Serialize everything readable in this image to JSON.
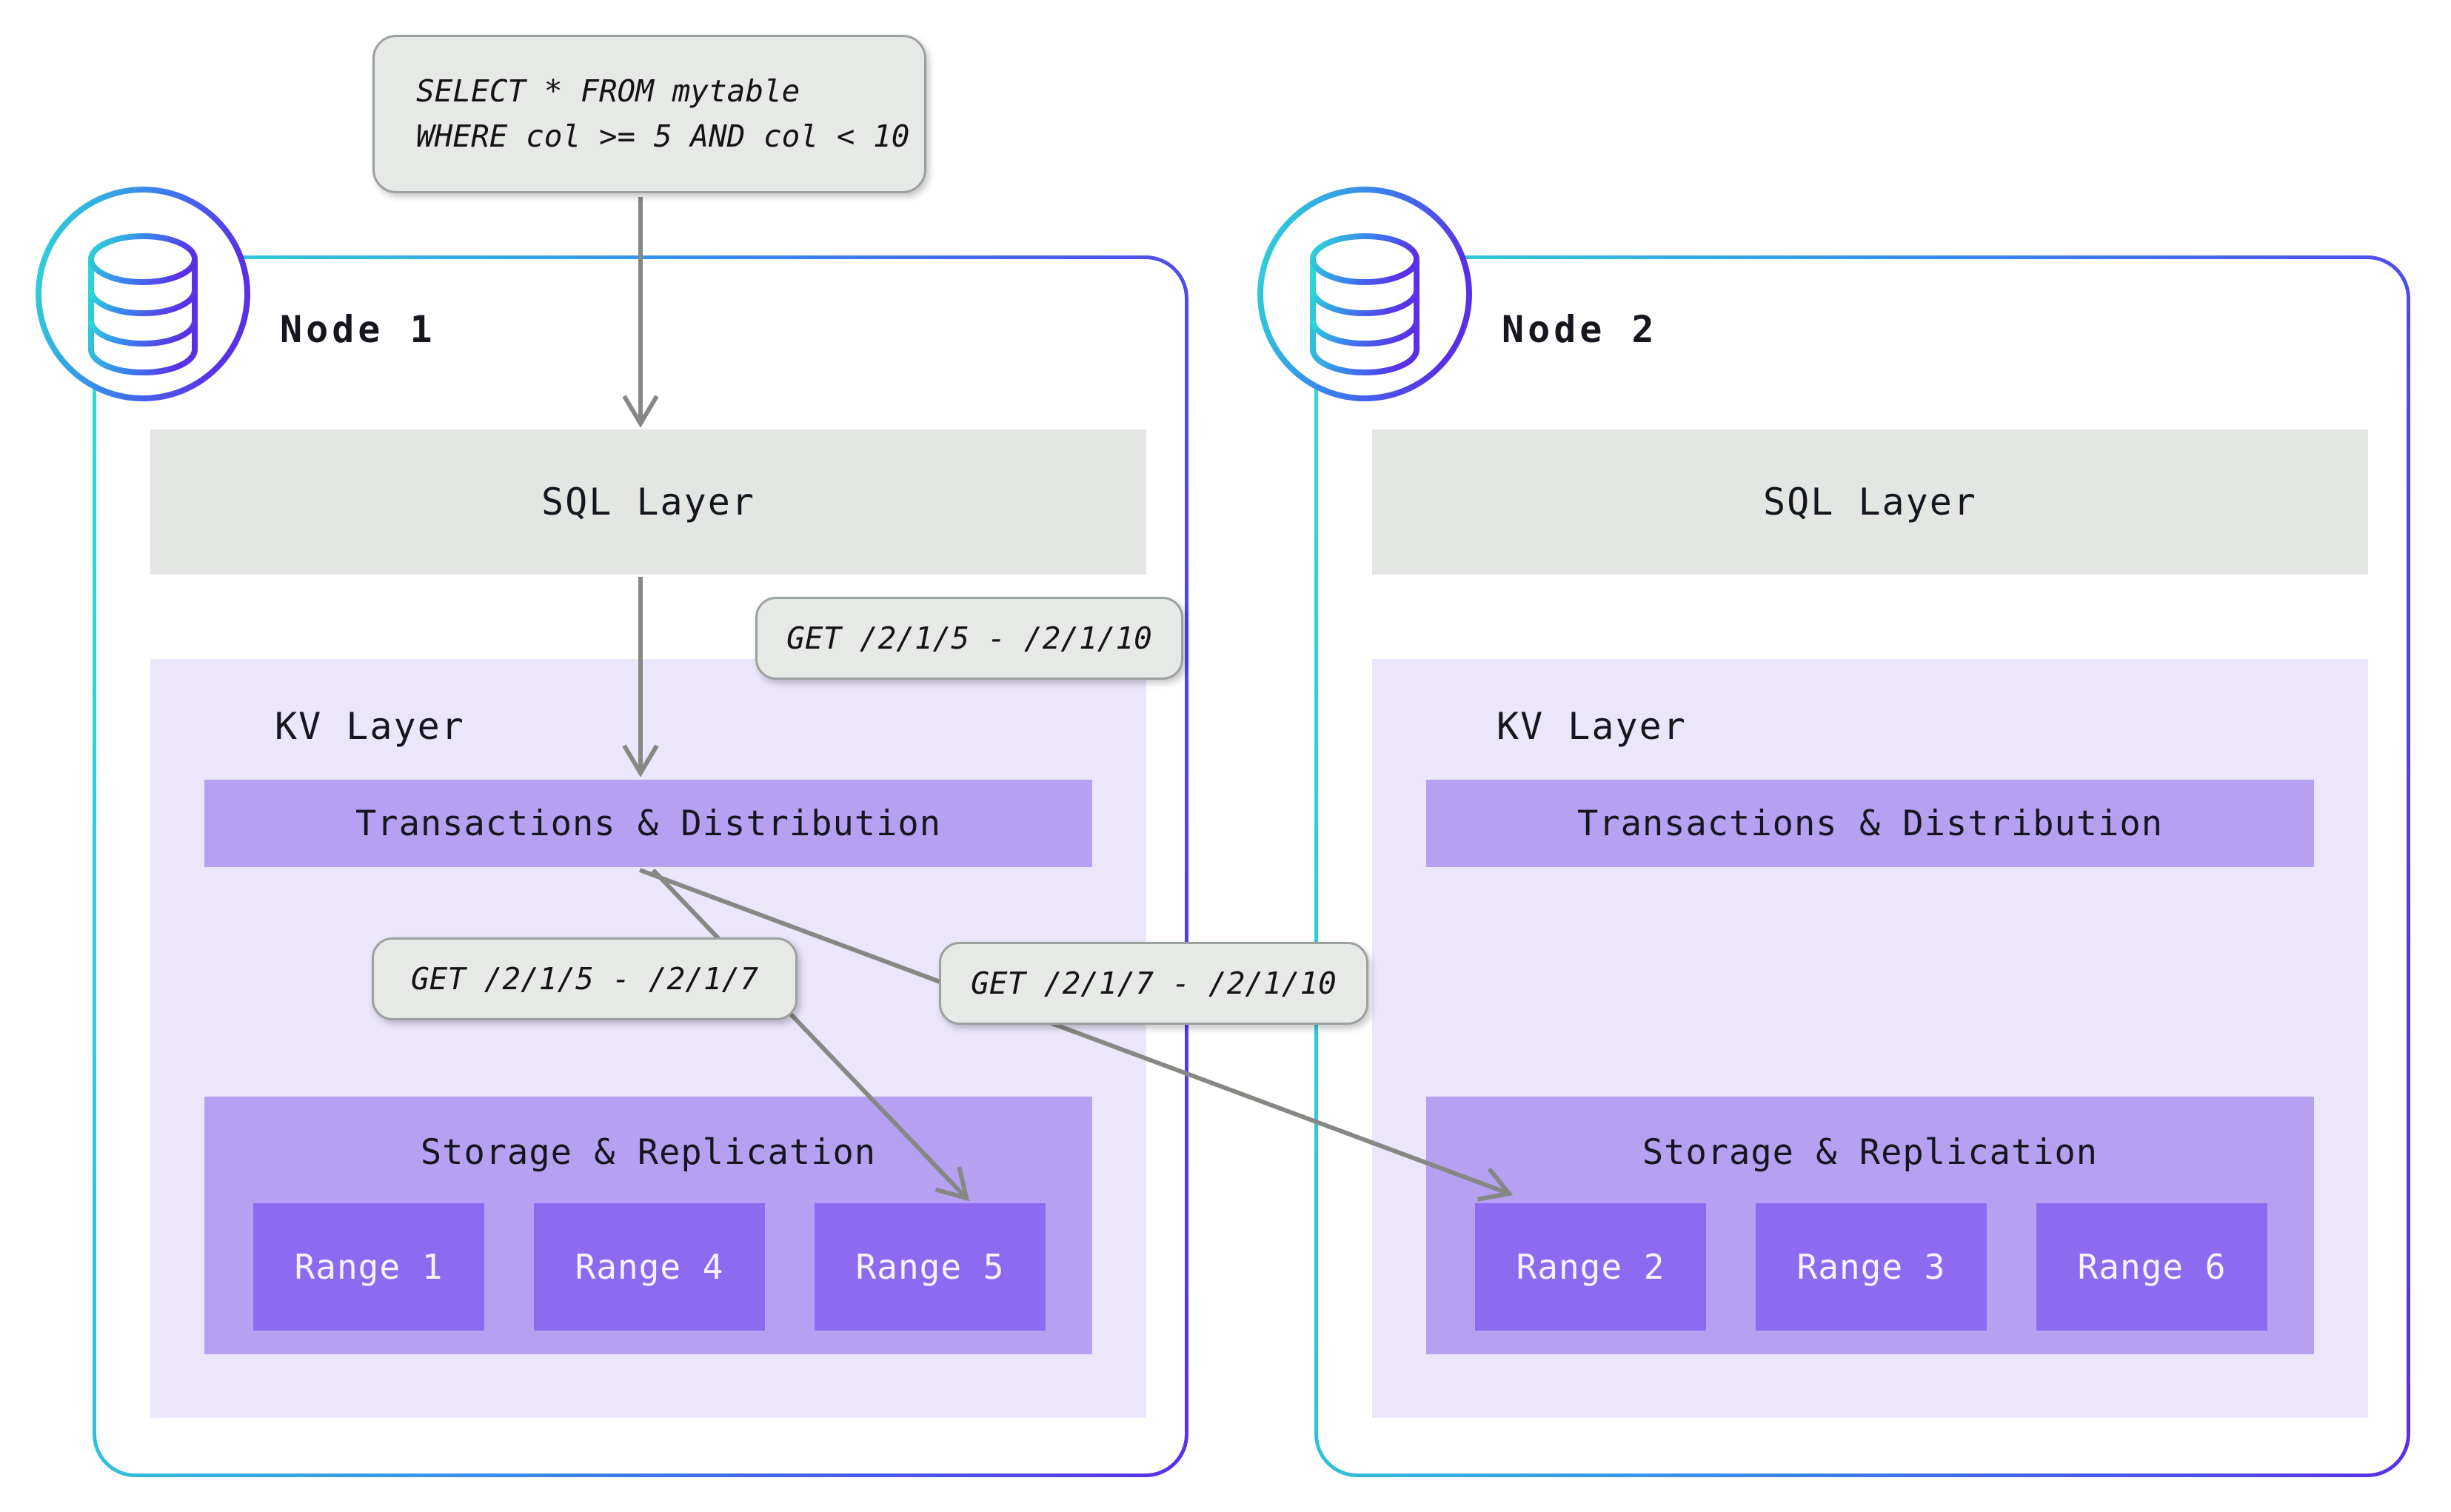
{
  "colors": {
    "border-teal": "#2DDCD3",
    "border-indigo": "#5A30E6",
    "arrow-gray": "#868884",
    "label-bg": "#E7E9E7",
    "label-border": "#9BA19F",
    "sql-bg": "#E4E6E3",
    "kv-bg": "#EBE6F9",
    "block-purple": "#B5A0F2",
    "range-purple": "#8D6BF1",
    "text-dark": "#16161F",
    "range-text": "#F7F3FE",
    "canvas-bg": "#FFFFFF"
  },
  "query_label": {
    "line1": "SELECT * FROM mytable",
    "line2": "WHERE col >= 5 AND col < 10"
  },
  "get_labels": {
    "full": "GET /2/1/5 - /2/1/10",
    "left": "GET /2/1/5 - /2/1/7",
    "right": "GET /2/1/7 - /2/1/10"
  },
  "nodes": [
    {
      "title": "Node 1",
      "sql_label": "SQL Layer",
      "kv_label": "KV Layer",
      "txn_label": "Transactions & Distribution",
      "storage_label": "Storage & Replication",
      "ranges": [
        "Range 1",
        "Range 4",
        "Range 5"
      ]
    },
    {
      "title": "Node 2",
      "sql_label": "SQL Layer",
      "kv_label": "KV Layer",
      "txn_label": "Transactions & Distribution",
      "storage_label": "Storage & Replication",
      "ranges": [
        "Range 2",
        "Range 3",
        "Range 6"
      ]
    }
  ],
  "icons": {
    "node1_badge": "database-icon",
    "node2_badge": "database-icon"
  }
}
